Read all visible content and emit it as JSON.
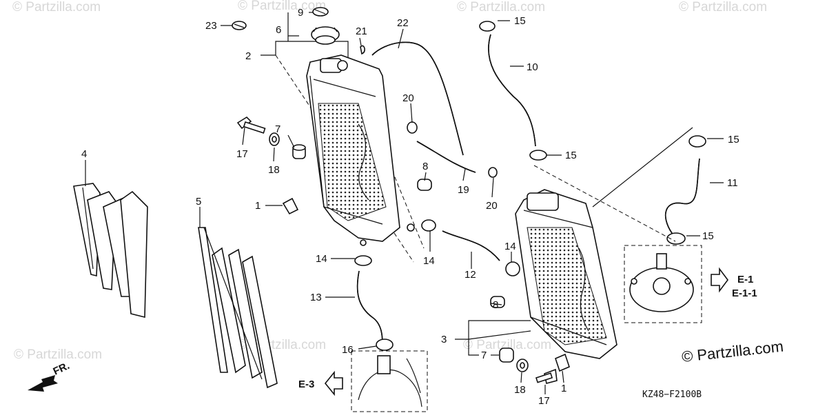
{
  "watermarks": [
    "© Partzilla.com",
    "© Partzilla.com",
    "© Partzilla.com",
    "© Partzilla.com",
    "© Partzilla.com",
    "© Partzilla.com",
    "© Partzilla.com"
  ],
  "brand": "© Partzilla.com",
  "diagram_code": "KZ48−F2100B",
  "references": {
    "e1": "E-1",
    "e11": "E-1-1",
    "e3": "E-3",
    "front": "FR."
  },
  "callouts": {
    "n23": "23",
    "n9": "9",
    "n6": "6",
    "n21": "21",
    "n22": "22",
    "n15a": "15",
    "n10": "10",
    "n2": "2",
    "n20a": "20",
    "n7a": "7",
    "n17a": "17",
    "n18a": "18",
    "n8a": "8",
    "n19": "19",
    "n20b": "20",
    "n15b": "15",
    "n15c": "15",
    "n11": "11",
    "n15d": "15",
    "n4": "4",
    "n5": "5",
    "n1a": "1",
    "n14a": "14",
    "n14b": "14",
    "n12": "12",
    "n14c": "14",
    "n13": "13",
    "n8b": "8",
    "n3": "3",
    "n16": "16",
    "n7b": "7",
    "n18b": "18",
    "n17b": "17",
    "n1b": "1"
  }
}
